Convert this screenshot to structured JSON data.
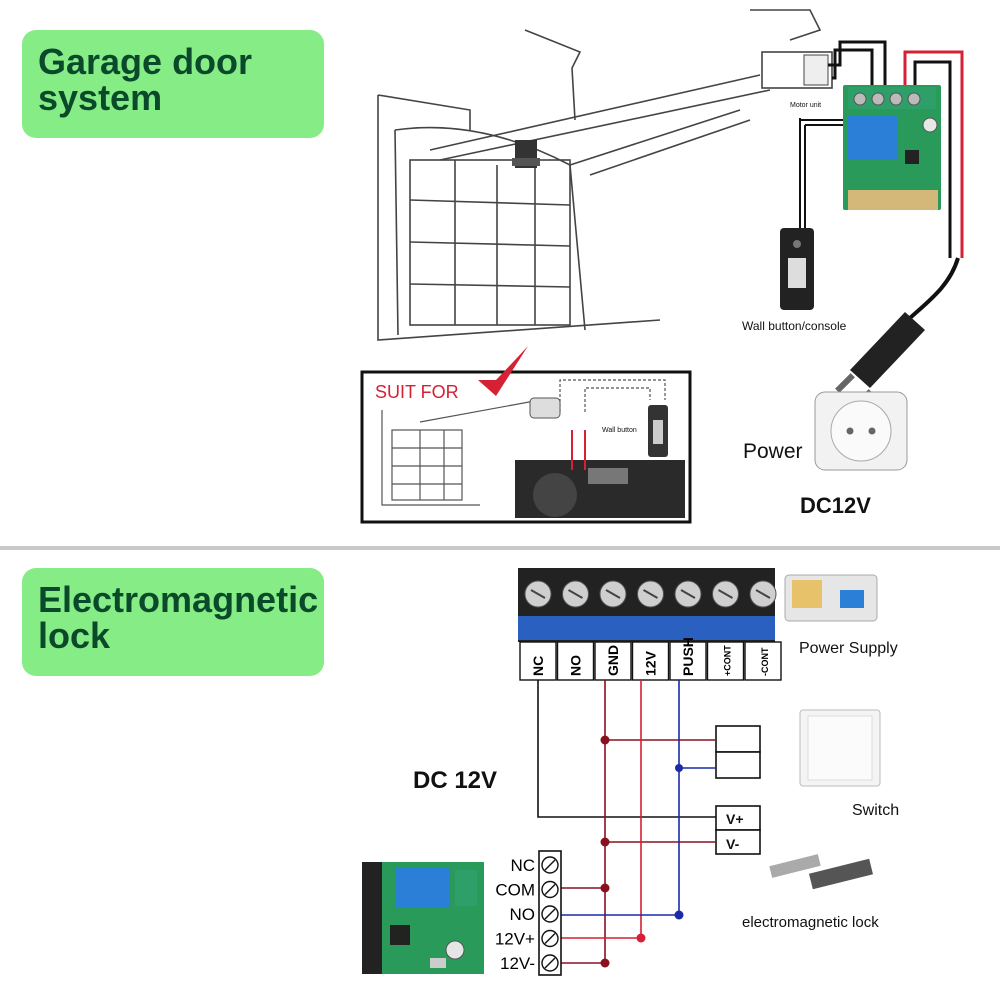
{
  "sections": {
    "garage": {
      "title_line1": "Garage door",
      "title_line2": "system",
      "motor_unit_label": "Motor unit",
      "wall_button_console_label": "Wall button/console",
      "suit_for_label": "SUIT FOR",
      "wall_button_label": "Wall button",
      "power_label": "Power",
      "voltage_label": "DC12V"
    },
    "lock": {
      "title_line1": "Electromagnetic",
      "title_line2": "lock",
      "voltage_label": "DC 12V",
      "terminal_labels": [
        "NC",
        "NO",
        "GND",
        "12V",
        "PUSH",
        "+CONT",
        "-CONT"
      ],
      "power_supply_label": "Power Supply",
      "switch_label": "Switch",
      "vplus_label": "V+",
      "vminus_label": "V-",
      "relay_pins": [
        "NC",
        "COM",
        "NO",
        "12V+",
        "12V-"
      ],
      "em_lock_label": "electromagnetic lock"
    }
  },
  "colors": {
    "pill_bg": "#86ec86",
    "pill_text": "#0a4a2a",
    "wire_red": "#d62034",
    "wire_dark_red": "#8a1020",
    "wire_blue": "#1a2aa8",
    "wire_black": "#111111",
    "pcb_green": "#2a9a5a",
    "relay_blue": "#2b7fd6",
    "terminal_bar": "#2a60c0"
  }
}
